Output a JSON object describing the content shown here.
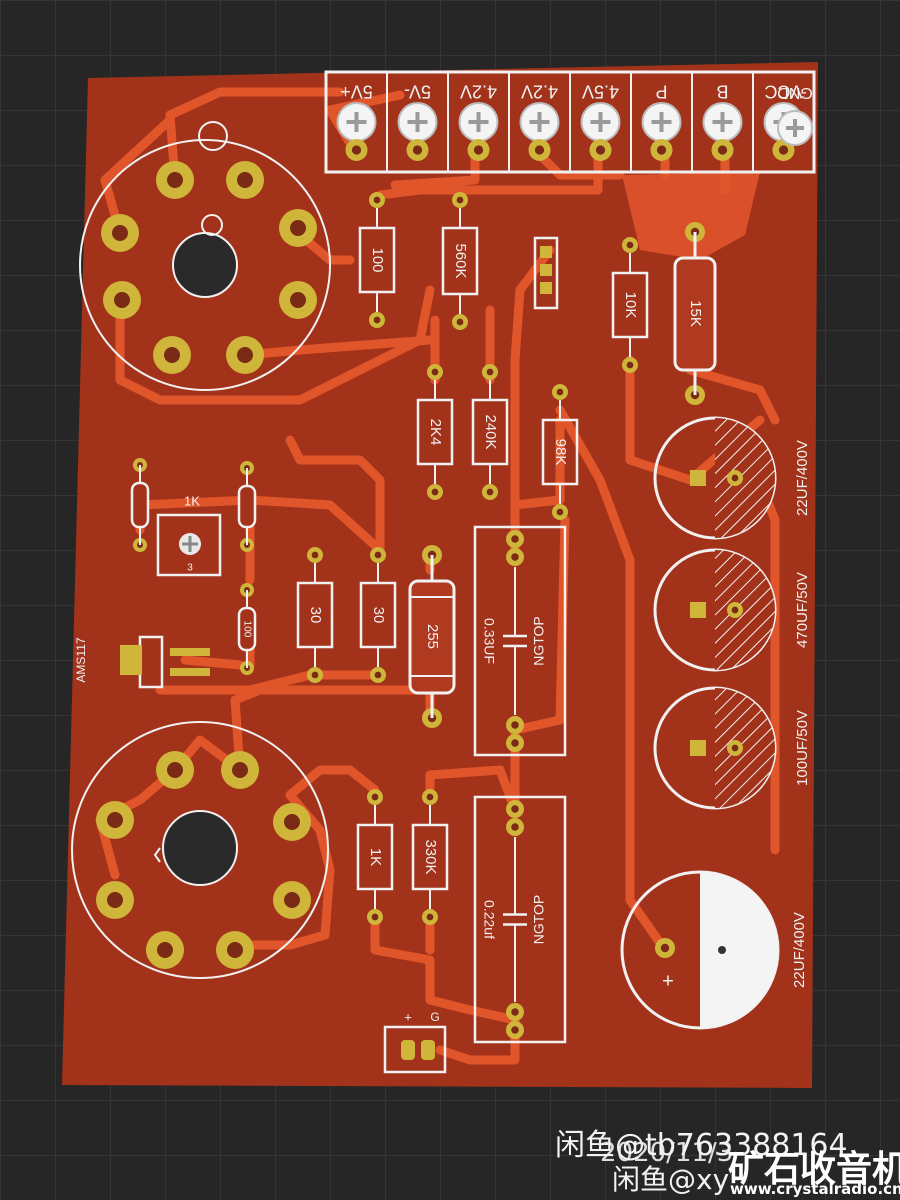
{
  "terminals": [
    "5V+",
    "5V-",
    "4.2V",
    "4.2V",
    "4.5V",
    "P",
    "B",
    "VCC",
    "GND"
  ],
  "resistors": {
    "r100": "100",
    "r560k": "560K",
    "r10k": "10K",
    "r15k": "15K",
    "r2k4": "2K4",
    "r240k": "240K",
    "r98k": "98K",
    "r1k_top": "1K",
    "r100_small": "100",
    "r30_a": "30",
    "r30_b": "30",
    "r255": "255",
    "r1k_bottom": "1K",
    "r330k": "330K"
  },
  "pot_label": "",
  "regulator_label": "AMS117",
  "trimmer_text": "3",
  "film_caps": [
    {
      "value": "0.33UF",
      "brand": "NGTOP"
    },
    {
      "value": "0.22uf",
      "brand": "NGTOP"
    }
  ],
  "electrolytics": [
    "22UF/400V",
    "470UF/50V",
    "100UF/50V",
    "22UF/400V"
  ],
  "plus_sign": "+",
  "power_header": {
    "plus": "+",
    "g": "G"
  },
  "watermarks": {
    "xianyu1": "闲鱼@tb763388164",
    "date": "2020/11/3",
    "xianyu2": "闲鱼@xy",
    "site_cn": "矿石收音机",
    "site_url": "www.crystalradio.cn"
  },
  "colors": {
    "board": "#a3321a",
    "trace": "#e0552a",
    "pad": "#cfb53a",
    "silk": "#f1f1f1",
    "mat": "#2a2a2a"
  }
}
